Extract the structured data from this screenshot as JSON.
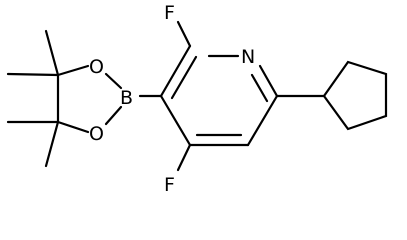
{
  "molecule": {
    "atoms": {
      "N": "N",
      "F_top": "F",
      "F_bottom": "F",
      "B": "B",
      "O_top": "O",
      "O_bottom": "O"
    }
  }
}
